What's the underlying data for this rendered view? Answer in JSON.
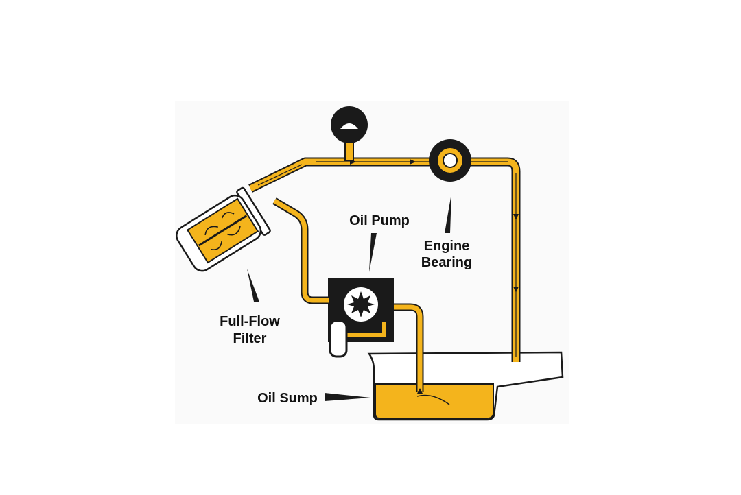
{
  "labels": {
    "oil_pump": "Oil Pump",
    "engine_bearing_line1": "Engine",
    "engine_bearing_line2": "Bearing",
    "full_flow_filter_line1": "Full-Flow",
    "full_flow_filter_line2": "Filter",
    "oil_sump": "Oil Sump"
  },
  "colors": {
    "oil": "#F4B41C",
    "outline": "#1A1A1A",
    "background": "#FFFFFF",
    "panel": "#FAFAFA"
  }
}
